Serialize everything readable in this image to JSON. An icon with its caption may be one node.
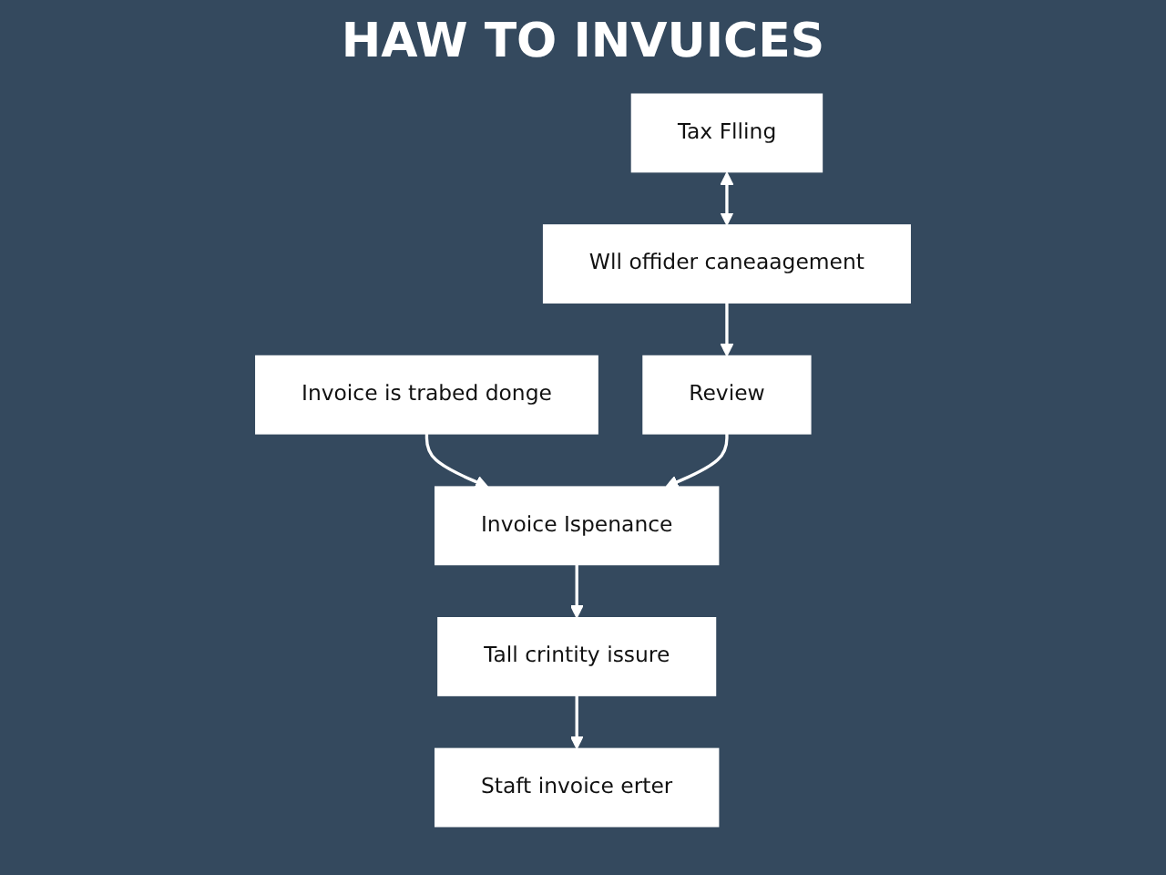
{
  "diagram": {
    "title": "HAW TO INVUICES",
    "nodes": [
      {
        "text": [
          "Tax Flling"
        ]
      },
      {
        "text": [
          "Wll offider caneaagement"
        ]
      },
      {
        "text": [
          "Invoice is trabed donge"
        ]
      },
      {
        "text": [
          "Review"
        ]
      },
      {
        "text": [
          "Invoice Ispenance"
        ]
      },
      {
        "text": [
          "Tall crintity issure"
        ]
      },
      {
        "text": [
          "Staft invoice erter"
        ]
      }
    ],
    "edges": [
      {
        "from": 0,
        "to": 1,
        "arrow": "both"
      },
      {
        "from": 1,
        "to": 3,
        "arrow": "to"
      },
      {
        "from": 2,
        "to": 4,
        "arrow": "to"
      },
      {
        "from": 3,
        "to": 4,
        "arrow": "to"
      },
      {
        "from": 4,
        "to": 5,
        "arrow": "to"
      },
      {
        "from": 5,
        "to": 6,
        "arrow": "to"
      }
    ]
  }
}
